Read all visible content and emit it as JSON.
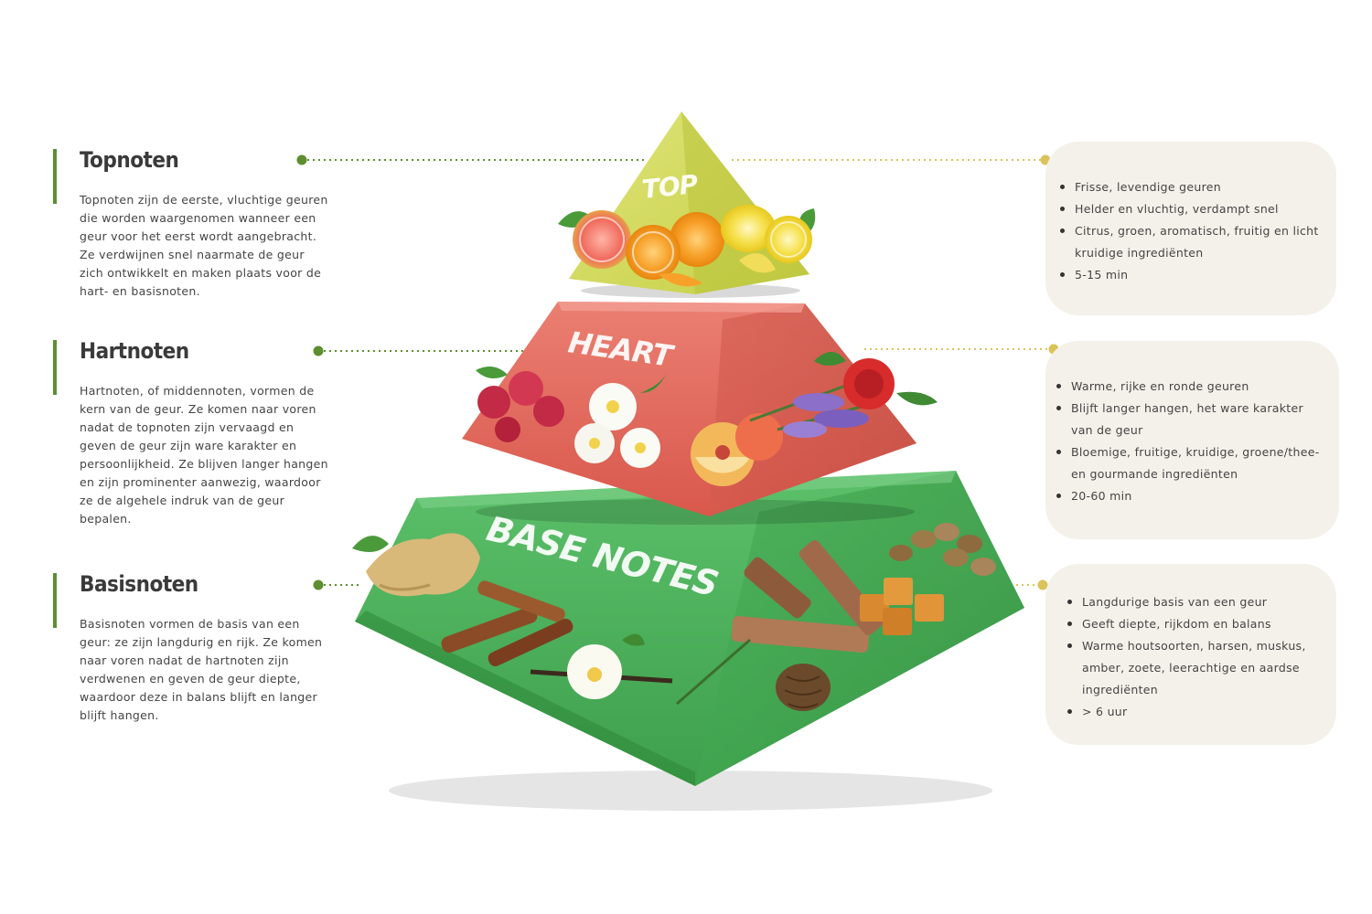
{
  "left_notes": [
    {
      "title": "Topnoten",
      "text": "Topnoten zijn de eerste, vluchtige geuren die worden waargenomen wanneer een geur voor het eerst wordt aangebracht. Ze verdwijnen snel naarmate de geur zich ontwikkelt en maken plaats voor de hart- en basisnoten."
    },
    {
      "title": "Hartnoten",
      "text": "Hartnoten, of middennoten, vormen de kern van de geur. Ze komen naar voren nadat de topnoten zijn vervaagd en geven de geur zijn ware karakter en persoonlijkheid. Ze blijven langer hangen en zijn prominenter aanwezig, waardoor ze de algehele indruk van de geur bepalen."
    },
    {
      "title": "Basisnoten",
      "text": "Basisnoten vormen de basis van een geur: ze zijn langdurig en rijk. Ze komen naar voren nadat de hartnoten zijn verdwenen en geven de geur diepte, waardoor deze in balans blijft en langer blijft hangen."
    }
  ],
  "pyramid": {
    "top_label": "TOP",
    "heart_label": "HEART",
    "base_label": "BASE NOTES"
  },
  "right_cards": [
    {
      "items": [
        "Frisse, levendige geuren",
        "Helder en vluchtig, verdampt snel",
        "Citrus, groen, aromatisch, fruitig en licht kruidige ingrediënten",
        "5-15 min"
      ]
    },
    {
      "items": [
        "Warme, rijke en ronde geuren",
        "Blijft langer hangen, het ware karakter van de geur",
        "Bloemige, fruitige, kruidige, groene/thee- en gourmande ingrediënten",
        "20-60 min"
      ]
    },
    {
      "items": [
        "Langdurige basis van een geur",
        "Geeft diepte, rijkdom en balans",
        "Warme houtsoorten, harsen, muskus, amber, zoete, leerachtige en aardse ingrediënten",
        "> 6 uur"
      ]
    }
  ],
  "colors": {
    "left_accent": "#5c8f2f",
    "right_accent": "#d9c35a",
    "card_bg": "#f4f1ea",
    "top_tier": "#d3da5a",
    "heart_tier": "#e0675a",
    "base_tier": "#4fb25c"
  }
}
